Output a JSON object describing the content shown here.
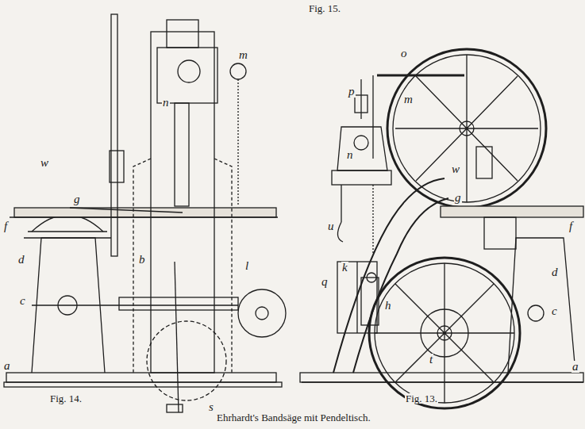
{
  "diagram": {
    "caption": "Ehrhardt's Bandsäge mit Pendeltisch.",
    "labels": [
      "Fig. 15.",
      "m",
      "n",
      "w",
      "g",
      "f",
      "d",
      "b",
      "c",
      "a",
      "l",
      "s",
      "Fig. 14.",
      "o",
      "p",
      "m",
      "n",
      "u",
      "q",
      "w",
      "g",
      "f",
      "d",
      "c",
      "k",
      "h",
      "t",
      "a",
      "Fig. 13."
    ]
  }
}
